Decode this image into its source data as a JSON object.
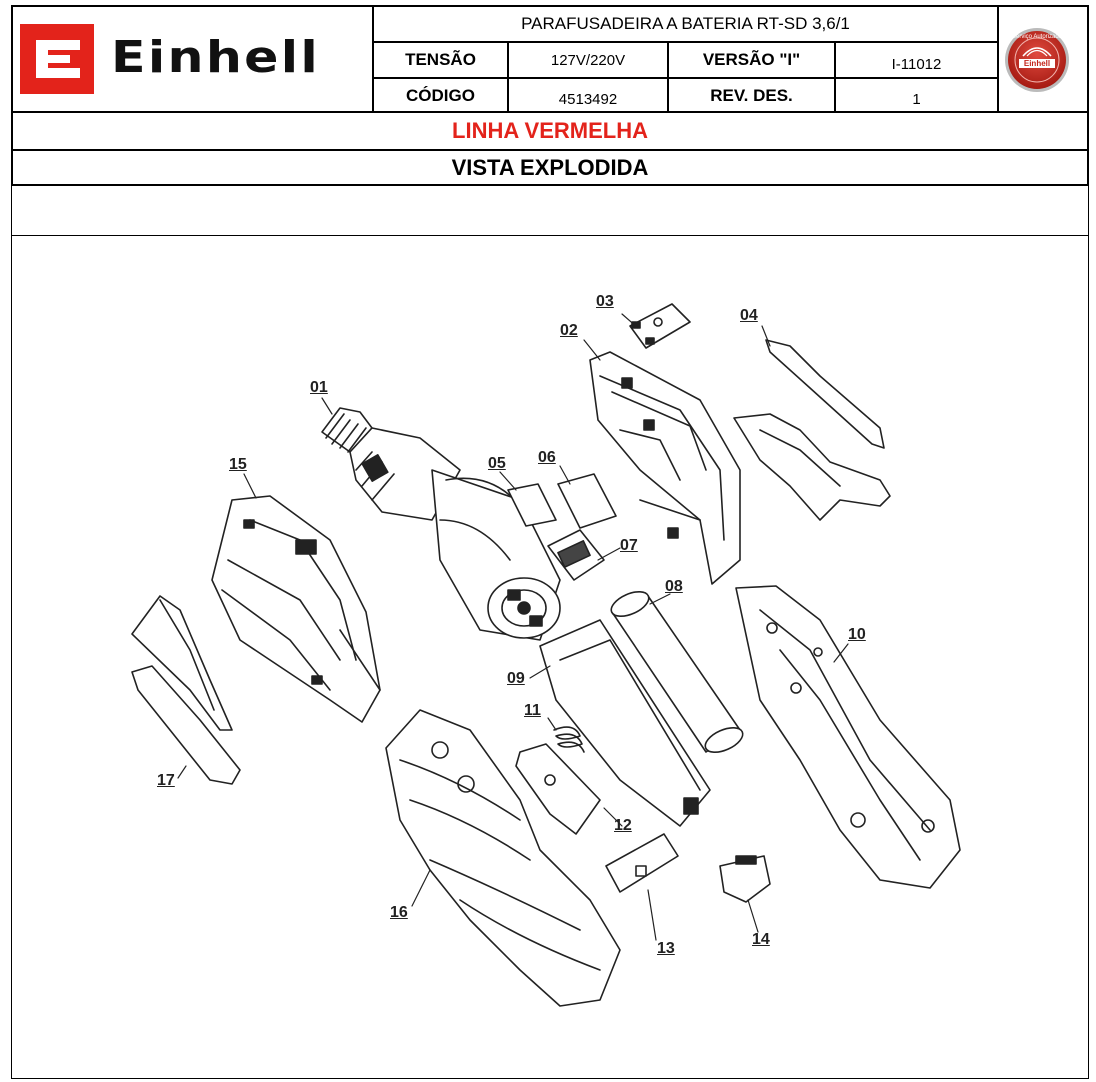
{
  "header": {
    "brand": "Einhell",
    "product_title": "PARAFUSADEIRA A BATERIA RT-SD 3,6/1",
    "tensao_label": "TENSÃO",
    "tensao_value": "127V/220V",
    "versao_label": "VERSÃO \"I\"",
    "versao_value": "I-11012",
    "codigo_label": "CÓDIGO",
    "codigo_value": "4513492",
    "revdes_label": "REV. DES.",
    "revdes_value": "1",
    "seal_top_text": "Serviço Autorizado",
    "seal_brand": "Einhell"
  },
  "banner": {
    "line": "LINHA VERMELHA",
    "view": "VISTA EXPLODIDA"
  },
  "colors": {
    "brand_red": "#e3231b",
    "line_red": "#e3231b"
  },
  "parts": [
    "01",
    "02",
    "03",
    "04",
    "05",
    "06",
    "07",
    "08",
    "09",
    "10",
    "11",
    "12",
    "13",
    "14",
    "15",
    "16",
    "17"
  ]
}
